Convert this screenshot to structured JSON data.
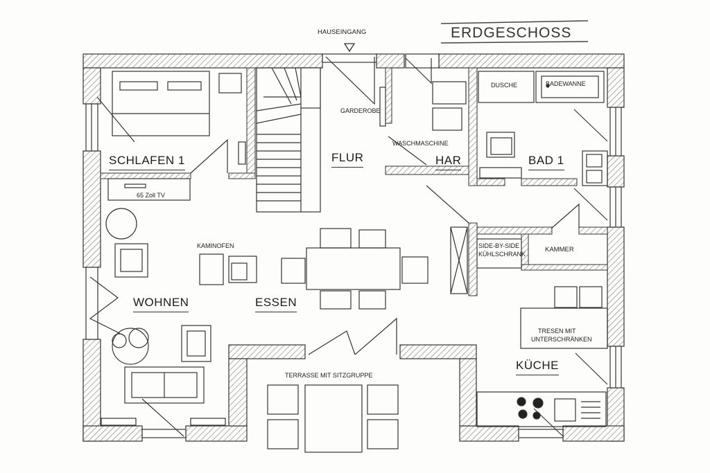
{
  "title": "ERDGESCHOSS",
  "entrance": "HAUSEINGANG",
  "rooms": {
    "schlafen": "SCHLAFEN 1",
    "flur": "FLUR",
    "har": "HAR",
    "bad": "BAD 1",
    "wohnen": "WOHNEN",
    "essen": "ESSEN",
    "kammer": "KAMMER",
    "kueche": "KÜCHE"
  },
  "labels": {
    "tv": "65 Zoll TV",
    "garderobe": "GARDEROBE",
    "waschmaschine": "WASCHMASCHINE",
    "dusche": "DUSCHE",
    "badewanne": "BADEWANNE",
    "kaminofen": "KAMINOFEN",
    "kuehlschrank_1": "SIDE-BY-SIDE",
    "kuehlschrank_2": "KÜHLSCHRANK",
    "tresen_1": "TRESEN MIT",
    "tresen_2": "UNTERSCHRÄNKEN",
    "terrasse": "TERRASSE MIT SITZGRUPPE"
  },
  "colors": {
    "line": "#333333",
    "hatch": "#777777",
    "paper": "#fdfdfb"
  }
}
